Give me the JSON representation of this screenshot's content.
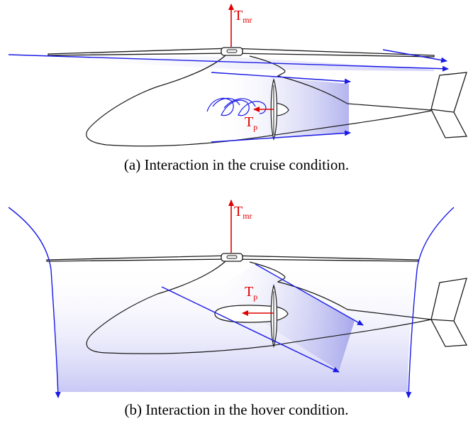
{
  "panels": [
    {
      "caption": "(a) Interaction in the cruise condition.",
      "labels": {
        "main_rotor_thrust": "T",
        "main_rotor_thrust_sub": "mr",
        "propeller_thrust": "T",
        "propeller_thrust_sub": "p"
      }
    },
    {
      "caption": "(b) Interaction in the hover condition.",
      "labels": {
        "main_rotor_thrust": "T",
        "main_rotor_thrust_sub": "mr",
        "propeller_thrust": "T",
        "propeller_thrust_sub": "p"
      }
    }
  ],
  "colors": {
    "flow": "#1a1ae6",
    "thrust": "#e00000",
    "outline": "#1a1a1a",
    "shade": "#c8c8f5"
  }
}
